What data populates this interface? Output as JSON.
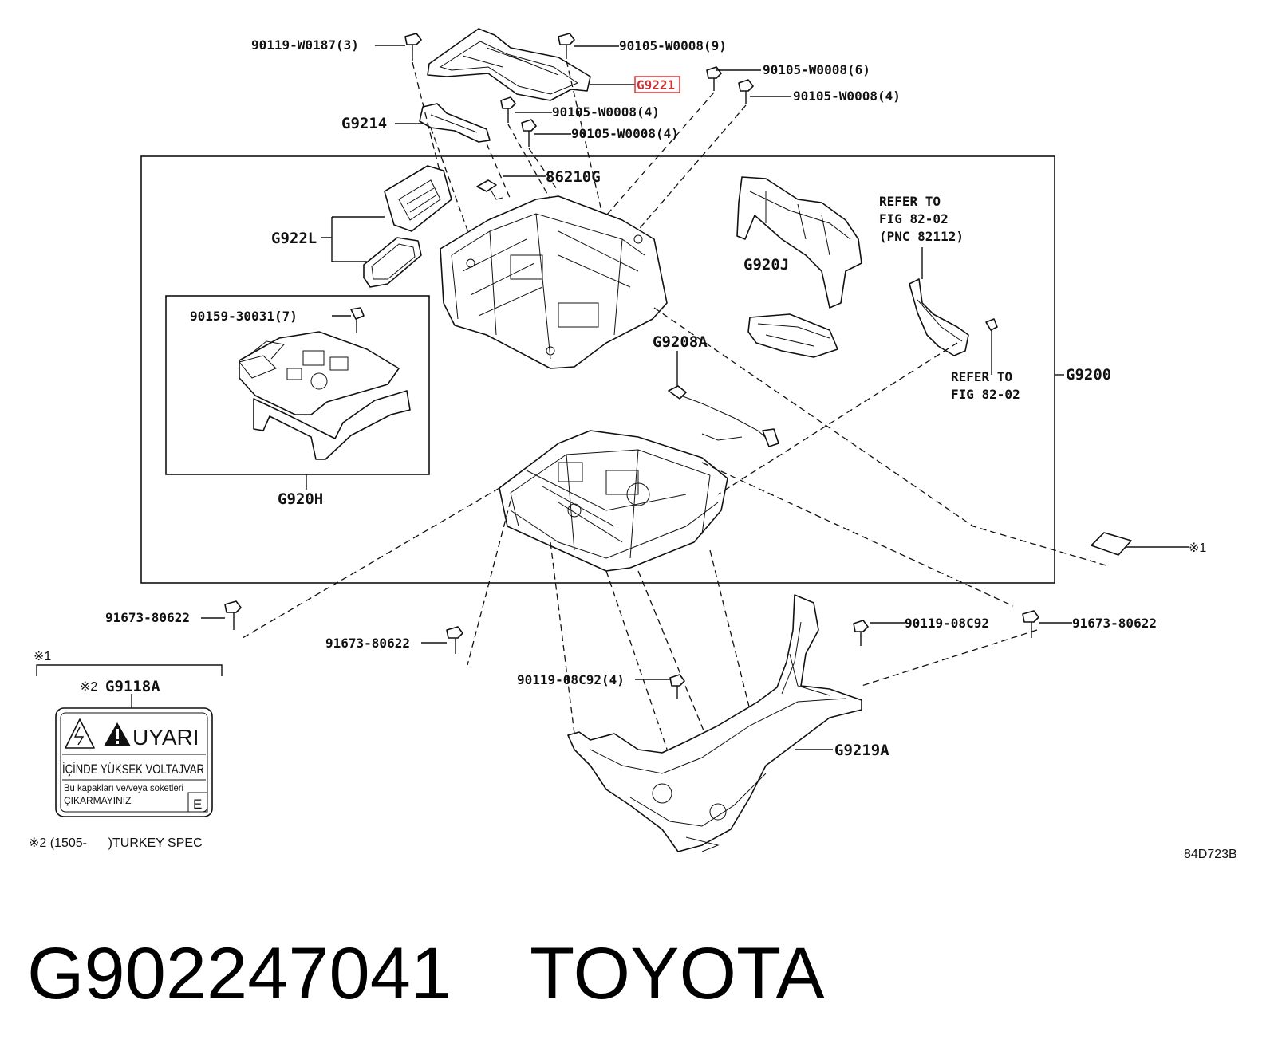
{
  "labels": {
    "p90119_w0187": "90119-W0187(3)",
    "p90105_w0008_9": "90105-W0008(9)",
    "p90105_w0008_6": "90105-W0008(6)",
    "pG9221": "G9221",
    "p90105_w0008_4a": "90105-W0008(4)",
    "pG9214": "G9214",
    "p90105_w0008_4b": "90105-W0008(4)",
    "p90105_w0008_4c": "90105-W0008(4)",
    "p86210G": "86210G",
    "pG922L": "G922L",
    "pG920J": "G920J",
    "refer1_line1": "REFER TO",
    "refer1_line2": "FIG 82-02",
    "refer1_line3": "(PNC 82112)",
    "p90159": "90159-30031(7)",
    "pG9208A": "G9208A",
    "refer2_line1": "REFER TO",
    "refer2_line2": "FIG 82-02",
    "pG9200": "G9200",
    "pG920H": "G920H",
    "note1_right": "※1",
    "p91673_left": "91673-80622",
    "p91673_mid": "91673-80622",
    "p90119_08c92": "90119-08C92",
    "p91673_right": "91673-80622",
    "p90119_08c92_4": "90119-08C92(4)",
    "pG9219A": "G9219A",
    "note1_left": "※1",
    "note2_mark": "※2",
    "pG9118A": "G9118A",
    "spec_note": "※2 (1505-      )TURKEY SPEC",
    "drawing_code": "84D723B"
  },
  "warning_label": {
    "title": "UYARI",
    "line1": "İÇİNDE YÜKSEK VOLTAJVAR",
    "line2a": "Bu kapakları ve/veya soketleri",
    "line2b": "ÇIKARMAYINIZ",
    "letter": "E"
  },
  "footer": {
    "part_number": "G902247041",
    "brand": "TOYOTA"
  }
}
